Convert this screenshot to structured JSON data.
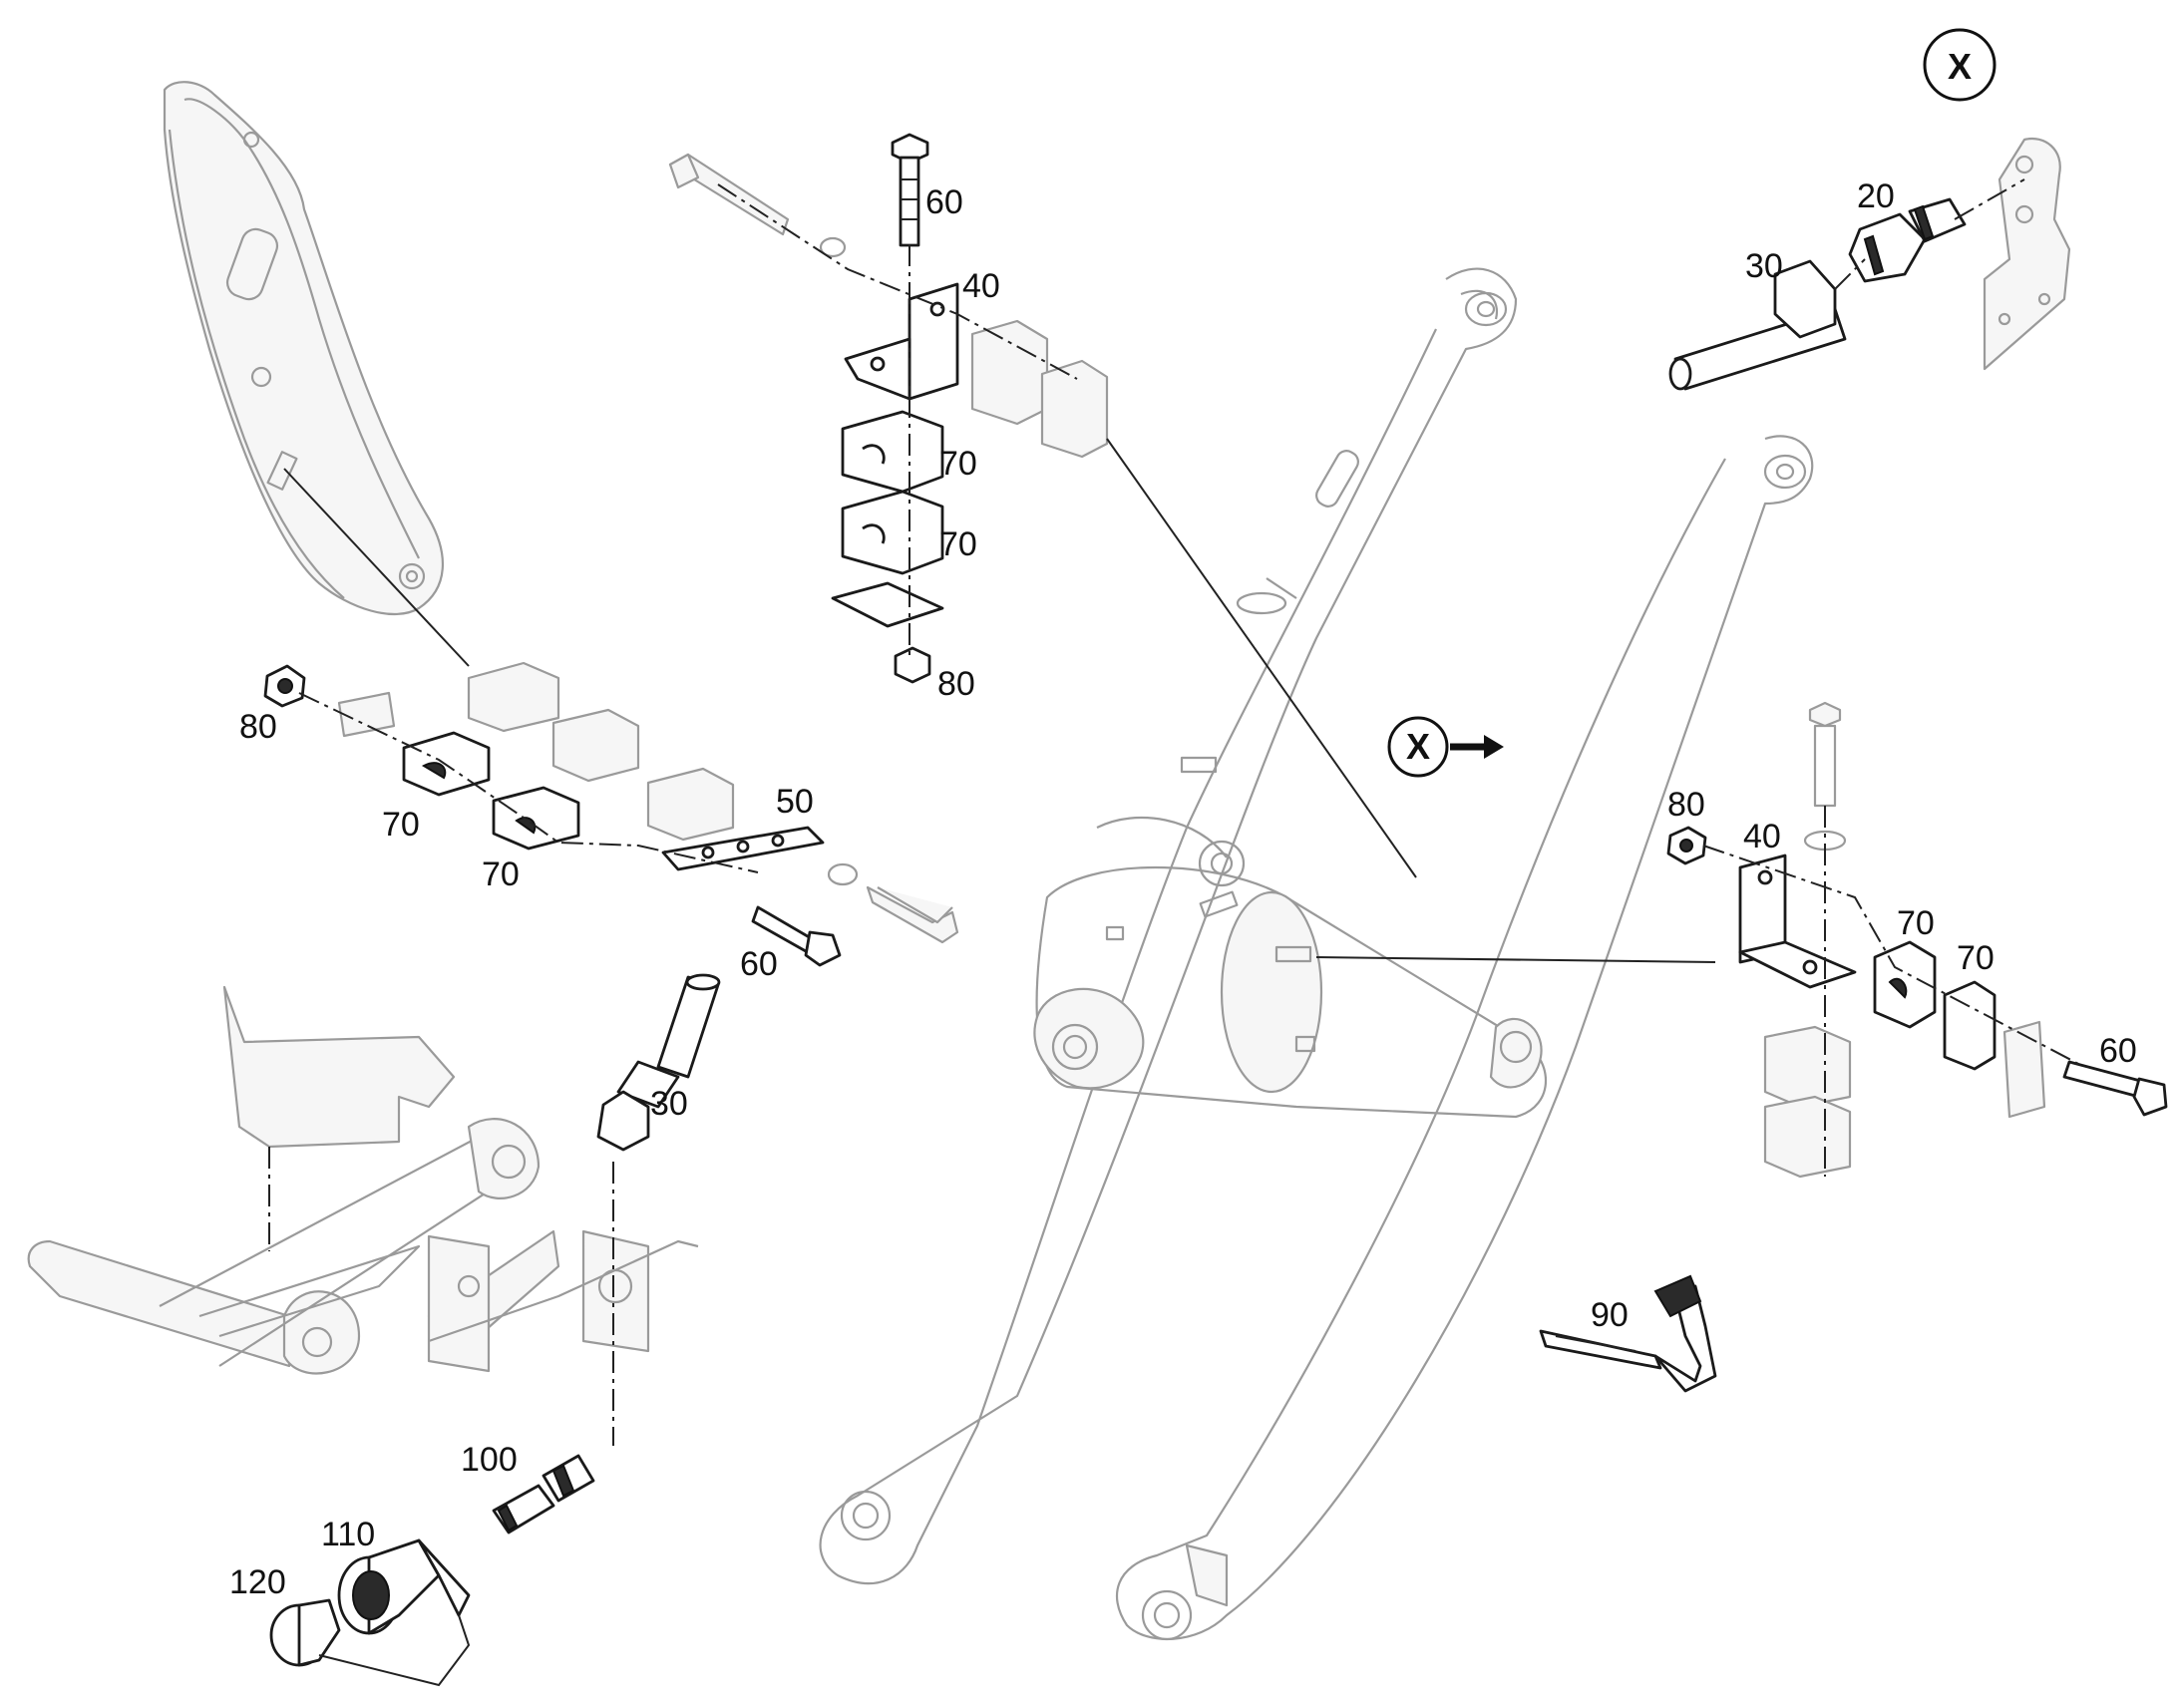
{
  "labels": {
    "p20": "20",
    "p30_top": "30",
    "p30_mid": "30",
    "p40_top": "40",
    "p40_right": "40",
    "p50": "50",
    "p60_top": "60",
    "p60_left": "60",
    "p60_right": "60",
    "p70_top_a": "70",
    "p70_top_b": "70",
    "p70_left_a": "70",
    "p70_left_b": "70",
    "p70_right_a": "70",
    "p70_right_b": "70",
    "p80_top": "80",
    "p80_left": "80",
    "p80_right": "80",
    "p90": "90",
    "p100": "100",
    "p110": "110",
    "p120": "120"
  },
  "detail_marker": "X",
  "view_marker": "X"
}
